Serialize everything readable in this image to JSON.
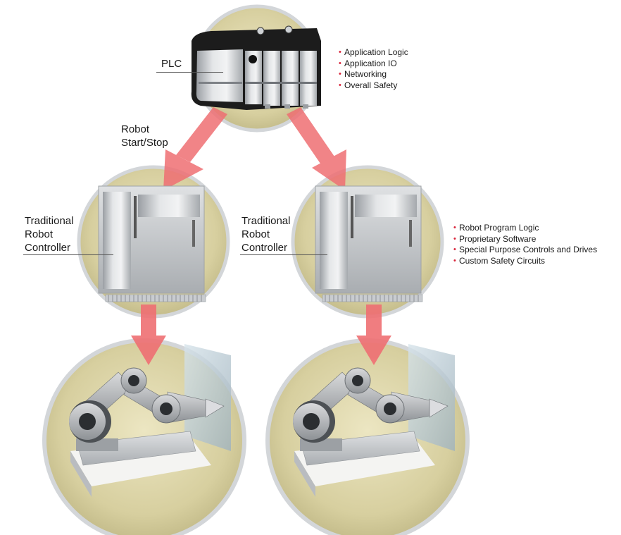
{
  "plc": {
    "label": "PLC",
    "features": [
      "Application Logic",
      "Application IO",
      "Networking",
      "Overall Safety"
    ]
  },
  "link": {
    "line1": "Robot",
    "line2": "Start/Stop"
  },
  "controllers": [
    {
      "line1": "Traditional",
      "line2": "Robot",
      "line3": "Controller"
    },
    {
      "line1": "Traditional",
      "line2": "Robot",
      "line3": "Controller"
    }
  ],
  "controller_features": [
    "Robot Program Logic",
    "Proprietary Software",
    "Special Purpose Controls and Drives",
    "Custom Safety Circuits"
  ],
  "colors": {
    "circle_fill": "#d9d2a4",
    "circle_ring": "#cfd3d6",
    "arrow": "#ef6f73",
    "bullet": "#d9253b"
  }
}
